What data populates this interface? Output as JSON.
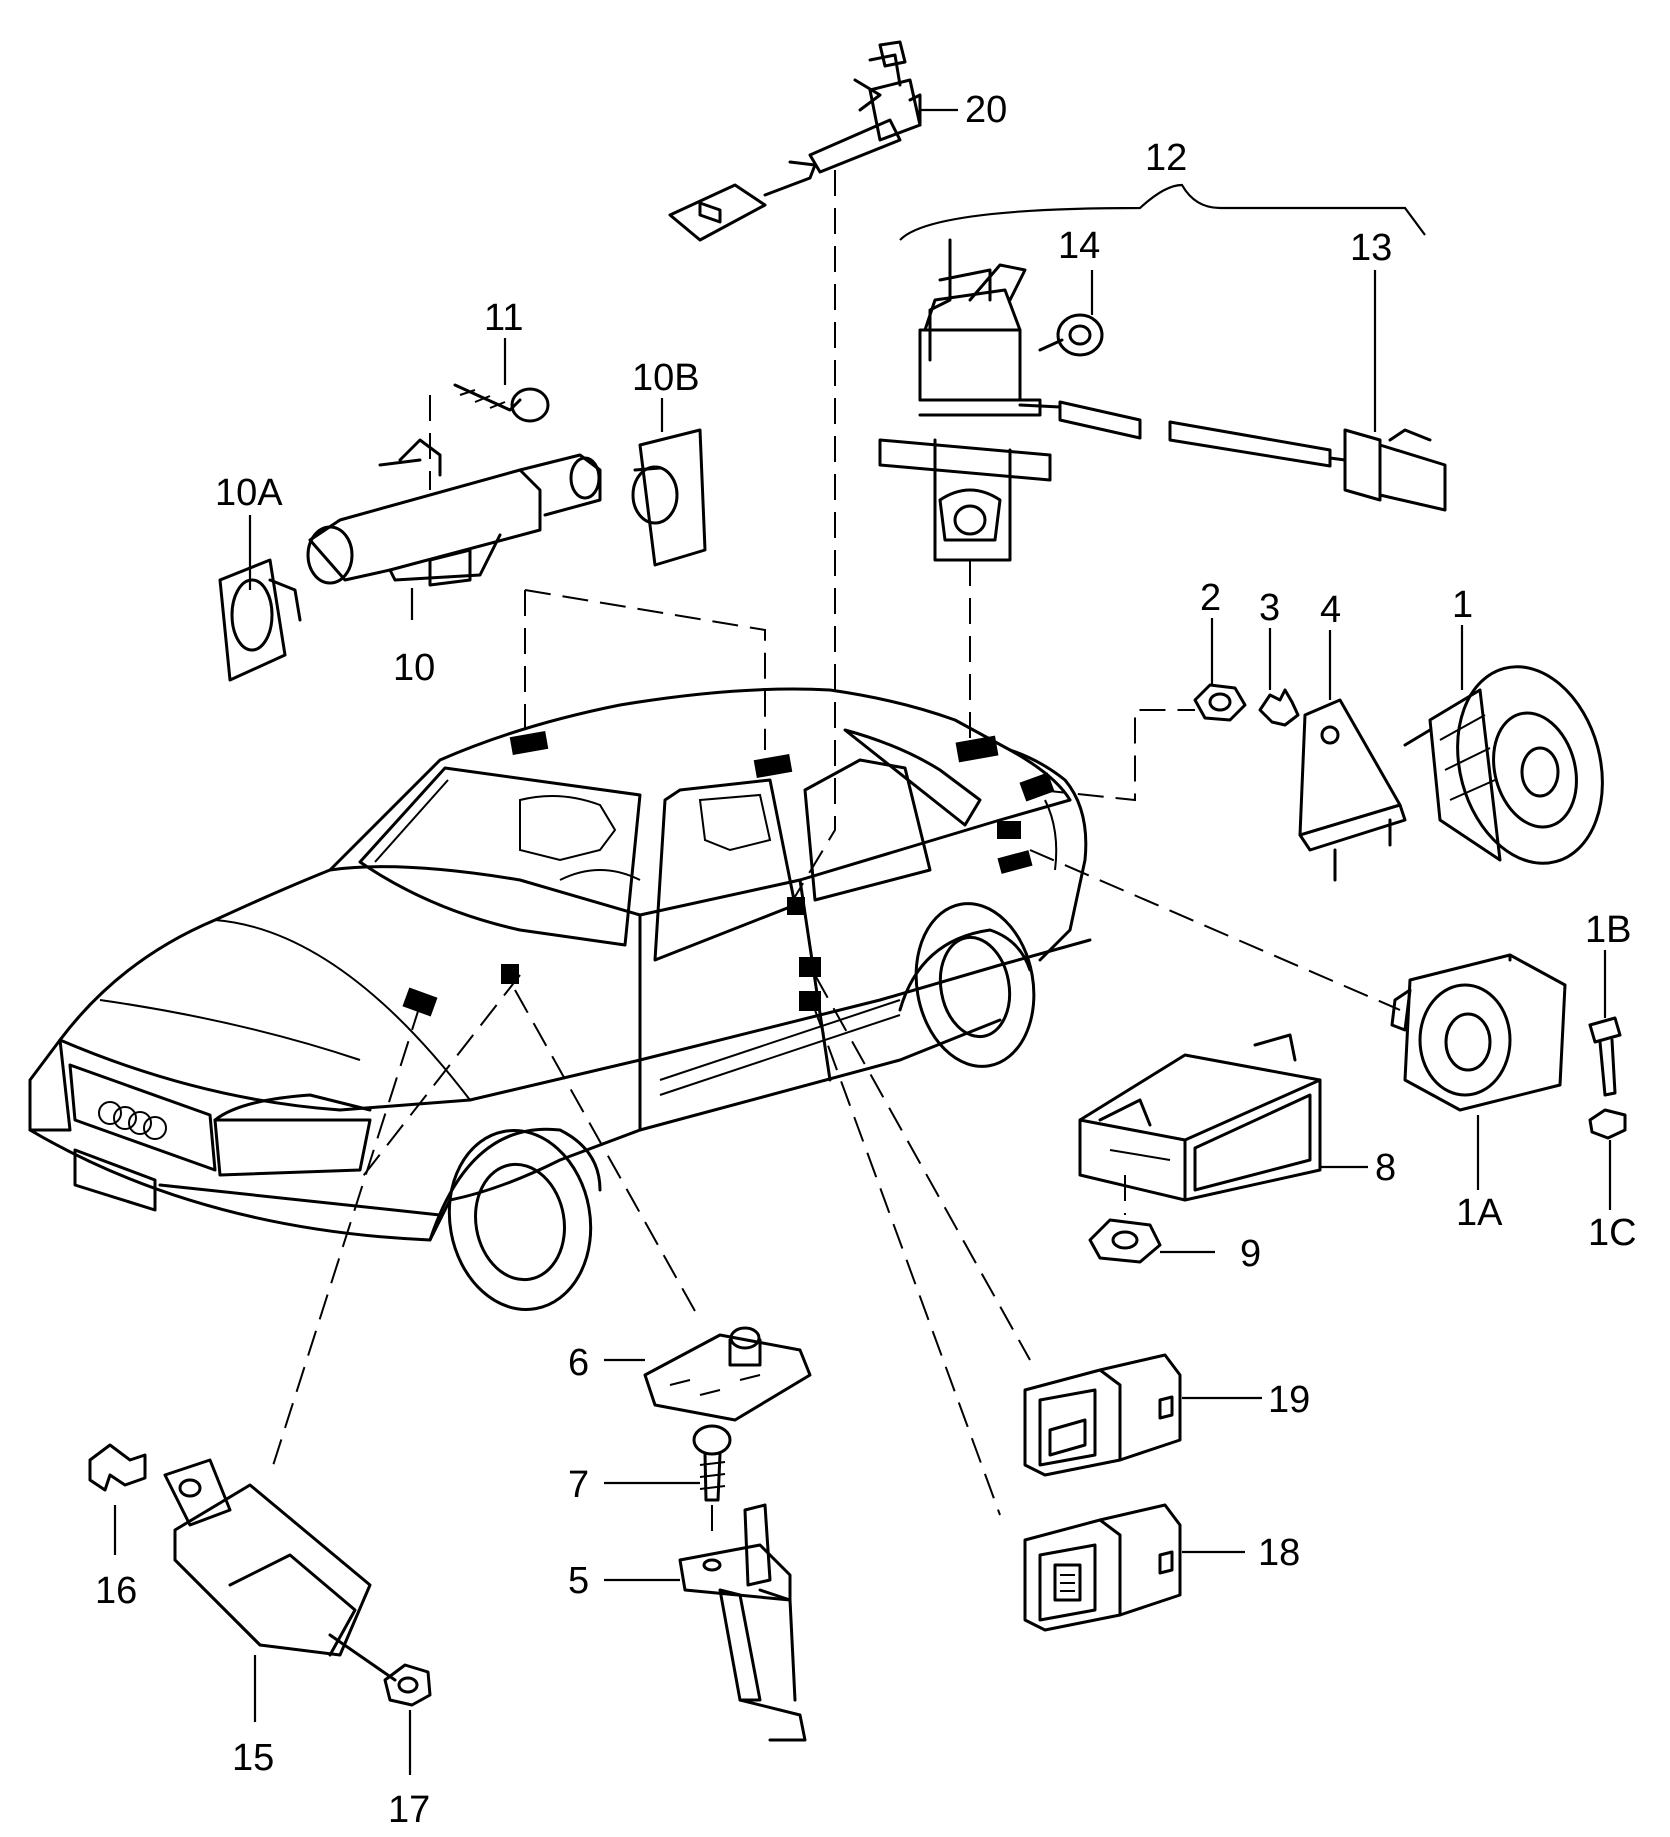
{
  "labels": {
    "p1": "1",
    "p1A": "1A",
    "p1B": "1B",
    "p1C": "1C",
    "p2": "2",
    "p3": "3",
    "p4": "4",
    "p5": "5",
    "p6": "6",
    "p7": "7",
    "p8": "8",
    "p9": "9",
    "p10": "10",
    "p10A": "10A",
    "p10B": "10B",
    "p11": "11",
    "p12": "12",
    "p13": "13",
    "p14": "14",
    "p15": "15",
    "p16": "16",
    "p17": "17",
    "p18": "18",
    "p19": "19",
    "p20": "20"
  }
}
